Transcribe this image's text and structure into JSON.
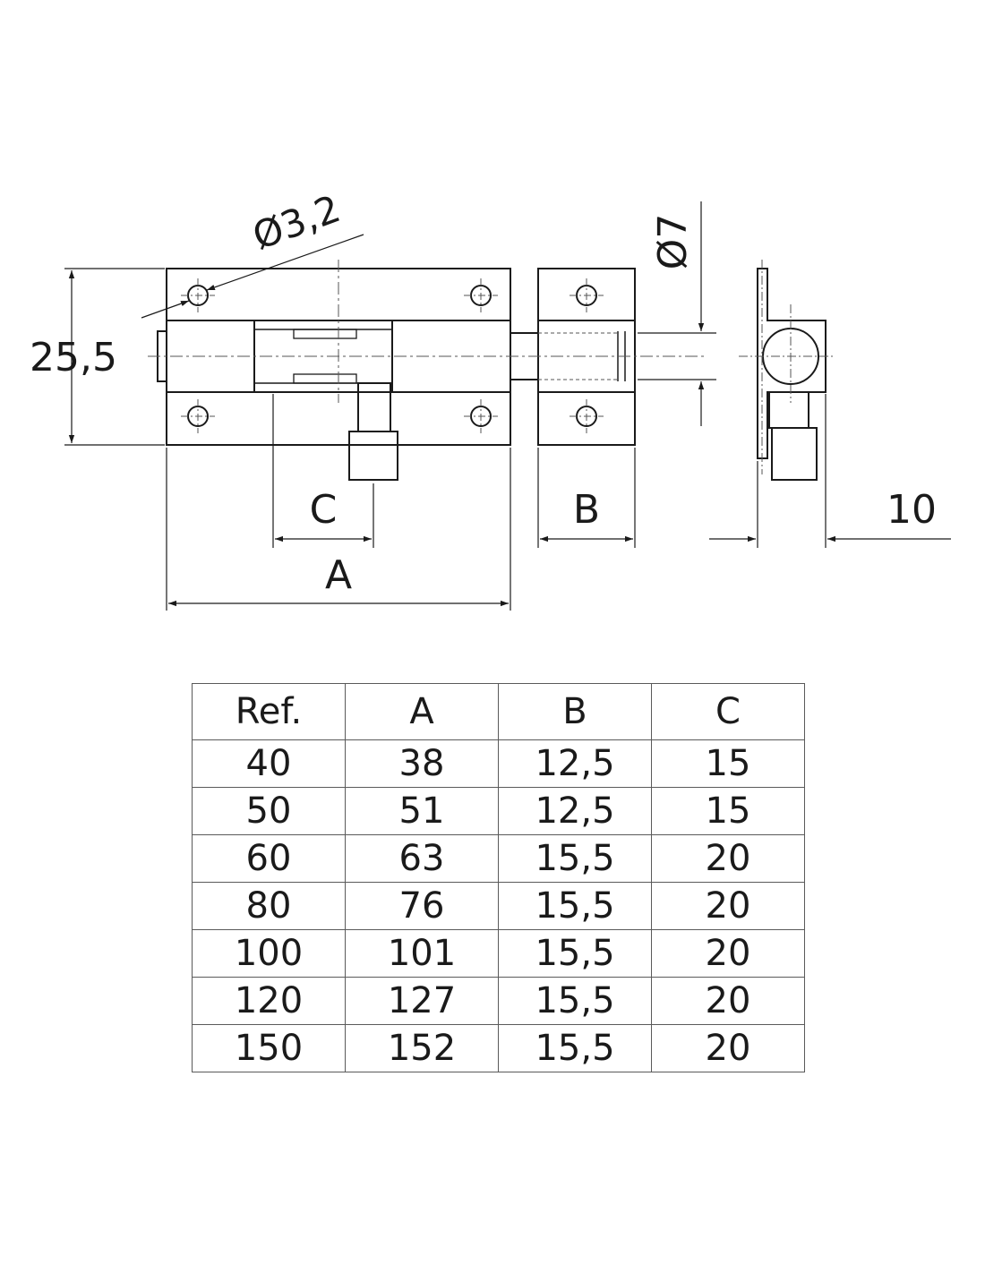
{
  "drawing": {
    "labels": {
      "hole_diameter": "Ø3,2",
      "bolt_diameter": "Ø7",
      "height": "25,5",
      "dim_a": "A",
      "dim_b": "B",
      "dim_c": "C",
      "depth": "10"
    }
  },
  "table": {
    "headers": [
      "Ref.",
      "A",
      "B",
      "C"
    ],
    "rows": [
      [
        "40",
        "38",
        "12,5",
        "15"
      ],
      [
        "50",
        "51",
        "12,5",
        "15"
      ],
      [
        "60",
        "63",
        "15,5",
        "20"
      ],
      [
        "80",
        "76",
        "15,5",
        "20"
      ],
      [
        "100",
        "101",
        "15,5",
        "20"
      ],
      [
        "120",
        "127",
        "15,5",
        "20"
      ],
      [
        "150",
        "152",
        "15,5",
        "20"
      ]
    ]
  },
  "colors": {
    "line": "#1a1a1a",
    "thin": "#555555",
    "table_border": "#5a5a5a"
  }
}
